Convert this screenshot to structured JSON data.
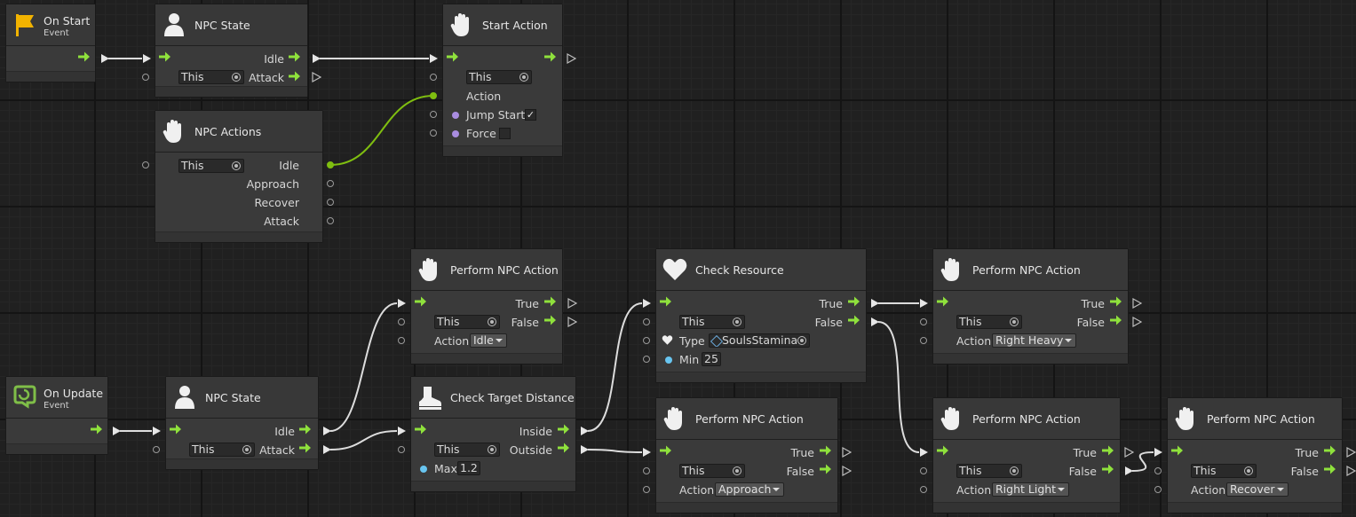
{
  "colors": {
    "accent": "#7fbe48",
    "wire": "#dcdcdc",
    "value_wire": "#7fbe10",
    "bool_dot": "#a98ce0",
    "num_dot": "#68c5f0",
    "flow_arrow": "#8fe13c"
  },
  "on_start": {
    "title": "On Start",
    "subtitle": "Event",
    "icon": "flag-icon"
  },
  "on_update": {
    "title": "On Update",
    "subtitle": "Event",
    "icon": "loop-icon"
  },
  "npc_state_top": {
    "title": "NPC State",
    "target": "This",
    "out1": "Idle",
    "out2": "Attack",
    "icon": "person-icon"
  },
  "start_action": {
    "title": "Start Action",
    "target": "This",
    "action": "Action",
    "jump_start": "Jump Start",
    "jump_start_checked": true,
    "force": "Force",
    "force_checked": false,
    "icon": "hand-icon"
  },
  "npc_actions": {
    "title": "NPC Actions",
    "target": "This",
    "outputs": [
      "Idle",
      "Approach",
      "Recover",
      "Attack"
    ],
    "icon": "hand-icon"
  },
  "npc_state_bottom": {
    "title": "NPC State",
    "target": "This",
    "out1": "Idle",
    "out2": "Attack",
    "icon": "person-icon"
  },
  "perform_idle": {
    "title": "Perform NPC Action",
    "target": "This",
    "action_label": "Action",
    "action_value": "Idle",
    "out_true": "True",
    "out_false": "False"
  },
  "check_target_distance": {
    "title": "Check Target Distance",
    "target": "This",
    "max_label": "Max",
    "max_value": "1.2",
    "out_inside": "Inside",
    "out_outside": "Outside",
    "icon": "boot-icon"
  },
  "check_resource": {
    "title": "Check Resource",
    "target": "This",
    "type_label": "Type",
    "type_value": "SoulsStamina",
    "min_label": "Min",
    "min_value": "25",
    "out_true": "True",
    "out_false": "False",
    "icon": "heart-icon"
  },
  "perform_approach": {
    "title": "Perform NPC Action",
    "target": "This",
    "action_label": "Action",
    "action_value": "Approach",
    "out_true": "True",
    "out_false": "False"
  },
  "perform_right_heavy": {
    "title": "Perform NPC Action",
    "target": "This",
    "action_label": "Action",
    "action_value": "Right Heavy",
    "out_true": "True",
    "out_false": "False"
  },
  "perform_right_light": {
    "title": "Perform NPC Action",
    "target": "This",
    "action_label": "Action",
    "action_value": "Right Light",
    "out_true": "True",
    "out_false": "False"
  },
  "perform_recover": {
    "title": "Perform NPC Action",
    "target": "This",
    "action_label": "Action",
    "action_value": "Recover",
    "out_true": "True",
    "out_false": "False"
  }
}
